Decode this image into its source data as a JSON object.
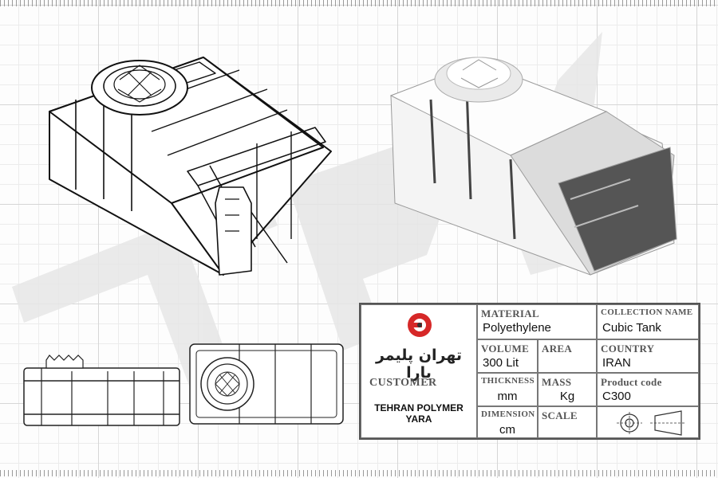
{
  "watermark": {
    "text": "TPY",
    "color": "#e4e4e4"
  },
  "title_block": {
    "logo": {
      "text": "تهران پلیمر یارا",
      "icon": "tpy-logo-icon",
      "icon_color": "#d62828"
    },
    "customer": {
      "label": "CUSTOMER",
      "value_line1": "TEHRAN POLYMER",
      "value_line2": "YARA"
    },
    "material": {
      "label": "MATERIAL",
      "value": "Polyethylene"
    },
    "collection": {
      "label": "COLLECTION NAME",
      "value": "Cubic Tank"
    },
    "volume": {
      "label": "VOLUME",
      "value": "300 Lit"
    },
    "area": {
      "label": "AREA",
      "value": ""
    },
    "country": {
      "label": "COUNTRY",
      "value": "IRAN"
    },
    "thickness": {
      "label": "THICKNESS",
      "value": "mm"
    },
    "mass": {
      "label": "MASS",
      "value": "Kg"
    },
    "product_code": {
      "label": "Product code",
      "value": "C300"
    },
    "dimension": {
      "label": "DIMENSION",
      "value": "cm"
    },
    "scale": {
      "label": "SCALE",
      "value": ""
    },
    "projection_symbol": "first-angle-projection-icon"
  }
}
